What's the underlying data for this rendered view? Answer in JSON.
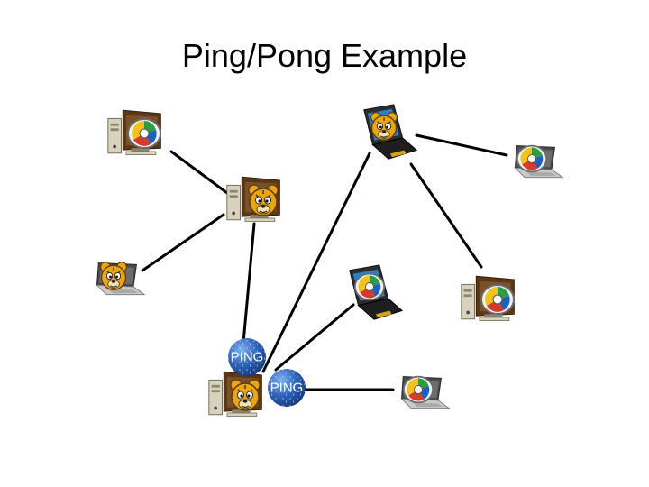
{
  "slide": {
    "title": "Ping/Pong Example"
  },
  "network": {
    "nodes": [
      {
        "id": "n1",
        "kind": "desktop",
        "icons": [
          "computer-icon",
          "software-logo-icon"
        ]
      },
      {
        "id": "n2",
        "kind": "desktop",
        "icons": [
          "computer-icon",
          "mascot-icon"
        ]
      },
      {
        "id": "n3",
        "kind": "laptop",
        "icons": [
          "laptop-icon",
          "mascot-icon"
        ]
      },
      {
        "id": "n4",
        "kind": "laptop-open",
        "icons": [
          "laptop-icon",
          "mascot-icon"
        ]
      },
      {
        "id": "n5",
        "kind": "laptop",
        "icons": [
          "laptop-icon",
          "software-logo-icon"
        ]
      },
      {
        "id": "n6",
        "kind": "laptop-open",
        "icons": [
          "laptop-icon",
          "software-logo-icon"
        ]
      },
      {
        "id": "n7",
        "kind": "desktop",
        "icons": [
          "computer-icon",
          "software-logo-icon"
        ]
      },
      {
        "id": "n8",
        "kind": "desktop",
        "icons": [
          "computer-icon",
          "mascot-icon"
        ]
      },
      {
        "id": "n9",
        "kind": "laptop",
        "icons": [
          "laptop-icon",
          "software-logo-icon"
        ]
      }
    ],
    "edges": [
      [
        "n1",
        "n2"
      ],
      [
        "n2",
        "n3"
      ],
      [
        "n2",
        "n8"
      ],
      [
        "n4",
        "n8"
      ],
      [
        "n4",
        "n5"
      ],
      [
        "n4",
        "n7"
      ],
      [
        "n6",
        "n8"
      ],
      [
        "n8",
        "n9"
      ]
    ],
    "messages": [
      {
        "label": "PING"
      },
      {
        "label": "PING"
      }
    ]
  },
  "colors": {
    "monitor": "#5b3716",
    "mascot": "#e8a514",
    "message_ball": "#2e63b8",
    "edge": "#000000"
  }
}
